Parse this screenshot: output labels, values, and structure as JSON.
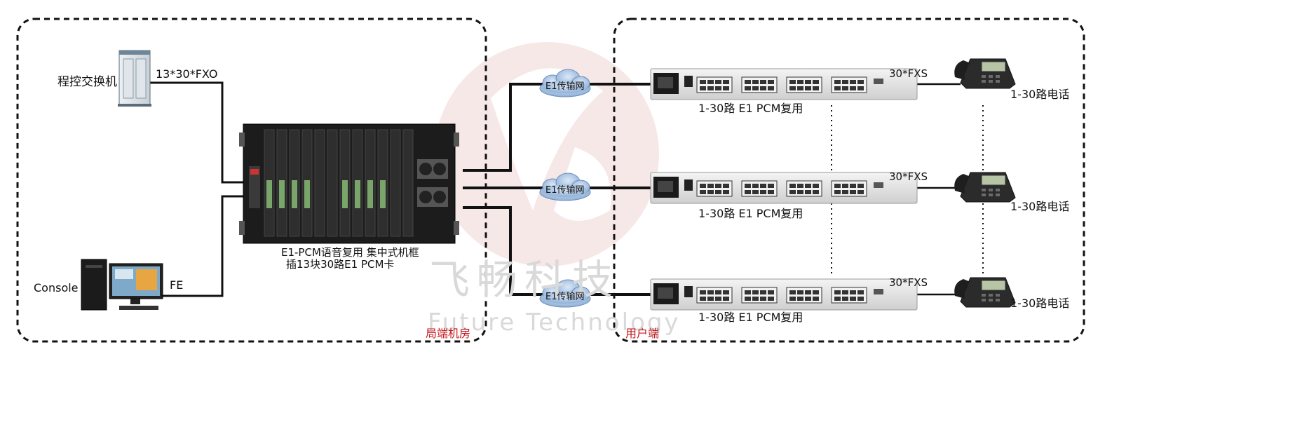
{
  "watermark": {
    "brand": "飞畅科技",
    "brand_en": "Future Technology"
  },
  "zones": {
    "central": "局端机房",
    "user": "用户端"
  },
  "central": {
    "pbx_label": "程控交换机",
    "link_fxo": "13*30*FXO",
    "console_label": "Console",
    "link_fe": "FE",
    "chassis_title": "E1-PCM语音复用 集中式机框",
    "chassis_subtitle": "插13块30路E1 PCM卡"
  },
  "network": {
    "cloud_label": "E1传输网"
  },
  "branches": [
    {
      "device_label": "1-30路 E1 PCM复用",
      "fxs_label": "30*FXS",
      "phone_label": "1-30路电话"
    },
    {
      "device_label": "1-30路 E1 PCM复用",
      "fxs_label": "30*FXS",
      "phone_label": "1-30路电话"
    },
    {
      "device_label": "1-30路 E1 PCM复用",
      "fxs_label": "30*FXS",
      "phone_label": "1-30路电话"
    }
  ],
  "colors": {
    "zone_border": "#111111",
    "link_line": "#111111",
    "zone_label": "#c4161c",
    "cloud": "#8fb0d8",
    "watermark": "#e9c8c8"
  },
  "icons": [
    "pbx-cabinet-icon",
    "computer-icon",
    "chassis-icon",
    "cloud-icon",
    "pcm-mux-icon",
    "telephone-icon"
  ]
}
